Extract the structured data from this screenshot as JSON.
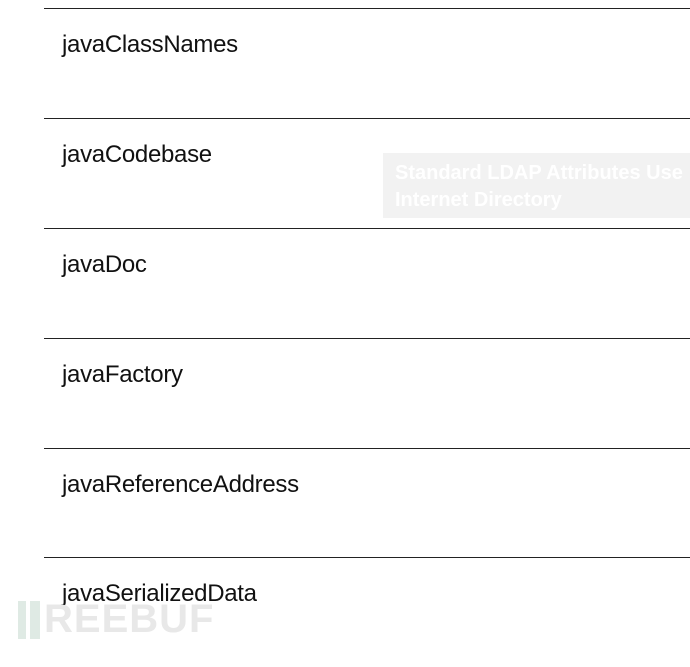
{
  "attributes": [
    "javaClassNames",
    "javaCodebase",
    "javaDoc",
    "javaFactory",
    "javaReferenceAddress",
    "javaSerializedData"
  ],
  "tooltip": {
    "line1": "Standard LDAP Attributes Use",
    "line2": "Internet Directory"
  },
  "watermark": "FREEBUF"
}
